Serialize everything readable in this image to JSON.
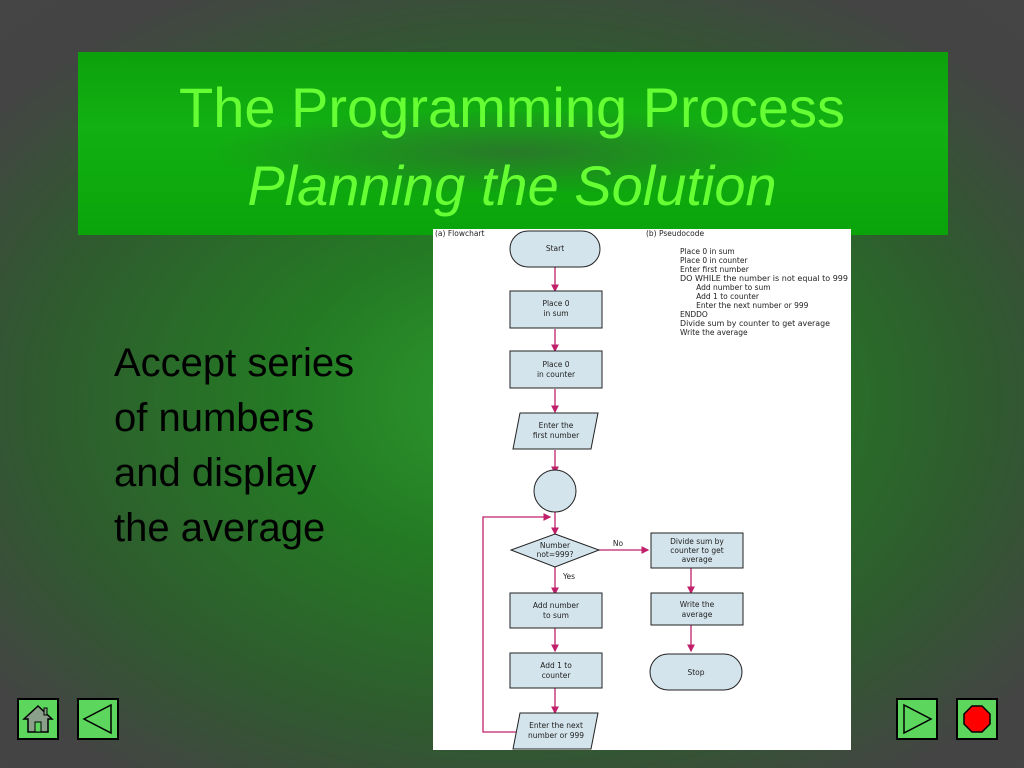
{
  "slide": {
    "title": "The Programming Process",
    "subtitle": "Planning the Solution",
    "body_lines": [
      "Accept series",
      "of numbers",
      "and display",
      "the average"
    ]
  },
  "figure": {
    "flowchart_label": "(a)   Flowchart",
    "pseudocode_label": "(b)   Pseudocode",
    "pseudocode_lines": [
      "Place 0 in sum",
      "Place 0 in counter",
      "Enter first number",
      "DO WHILE the number is not equal to 999",
      "   Add number to sum",
      "   Add 1 to counter",
      "   Enter the next number or 999",
      "ENDDO",
      "Divide sum by counter to get average",
      "Write the average"
    ],
    "nodes": {
      "start": "Start",
      "place_sum_1": "Place 0",
      "place_sum_2": "in sum",
      "place_counter_1": "Place 0",
      "place_counter_2": "in counter",
      "enter_first_1": "Enter the",
      "enter_first_2": "first number",
      "decision_1": "Number",
      "decision_2": "not=999?",
      "no_label": "No",
      "yes_label": "Yes",
      "add_number_1": "Add number",
      "add_number_2": "to sum",
      "add_counter_1": "Add 1 to",
      "add_counter_2": "counter",
      "enter_next_1": "Enter the next",
      "enter_next_2": "number or 999",
      "divide_1": "Divide sum by",
      "divide_2": "counter to get",
      "divide_3": "average",
      "write_1": "Write the",
      "write_2": "average",
      "stop": "Stop"
    }
  },
  "navigation": {
    "home_icon": "home-icon",
    "back_icon": "back-arrow-icon",
    "forward_icon": "forward-arrow-icon",
    "end_icon": "stop-octagon-icon"
  },
  "colors": {
    "title_text": "#66ff33",
    "title_band": "#11ad11",
    "flowchart_box": "#d4e4ec",
    "flowchart_arrow": "#c0206a",
    "nav_button": "#5cd65c",
    "stop_red": "#ff0000"
  }
}
